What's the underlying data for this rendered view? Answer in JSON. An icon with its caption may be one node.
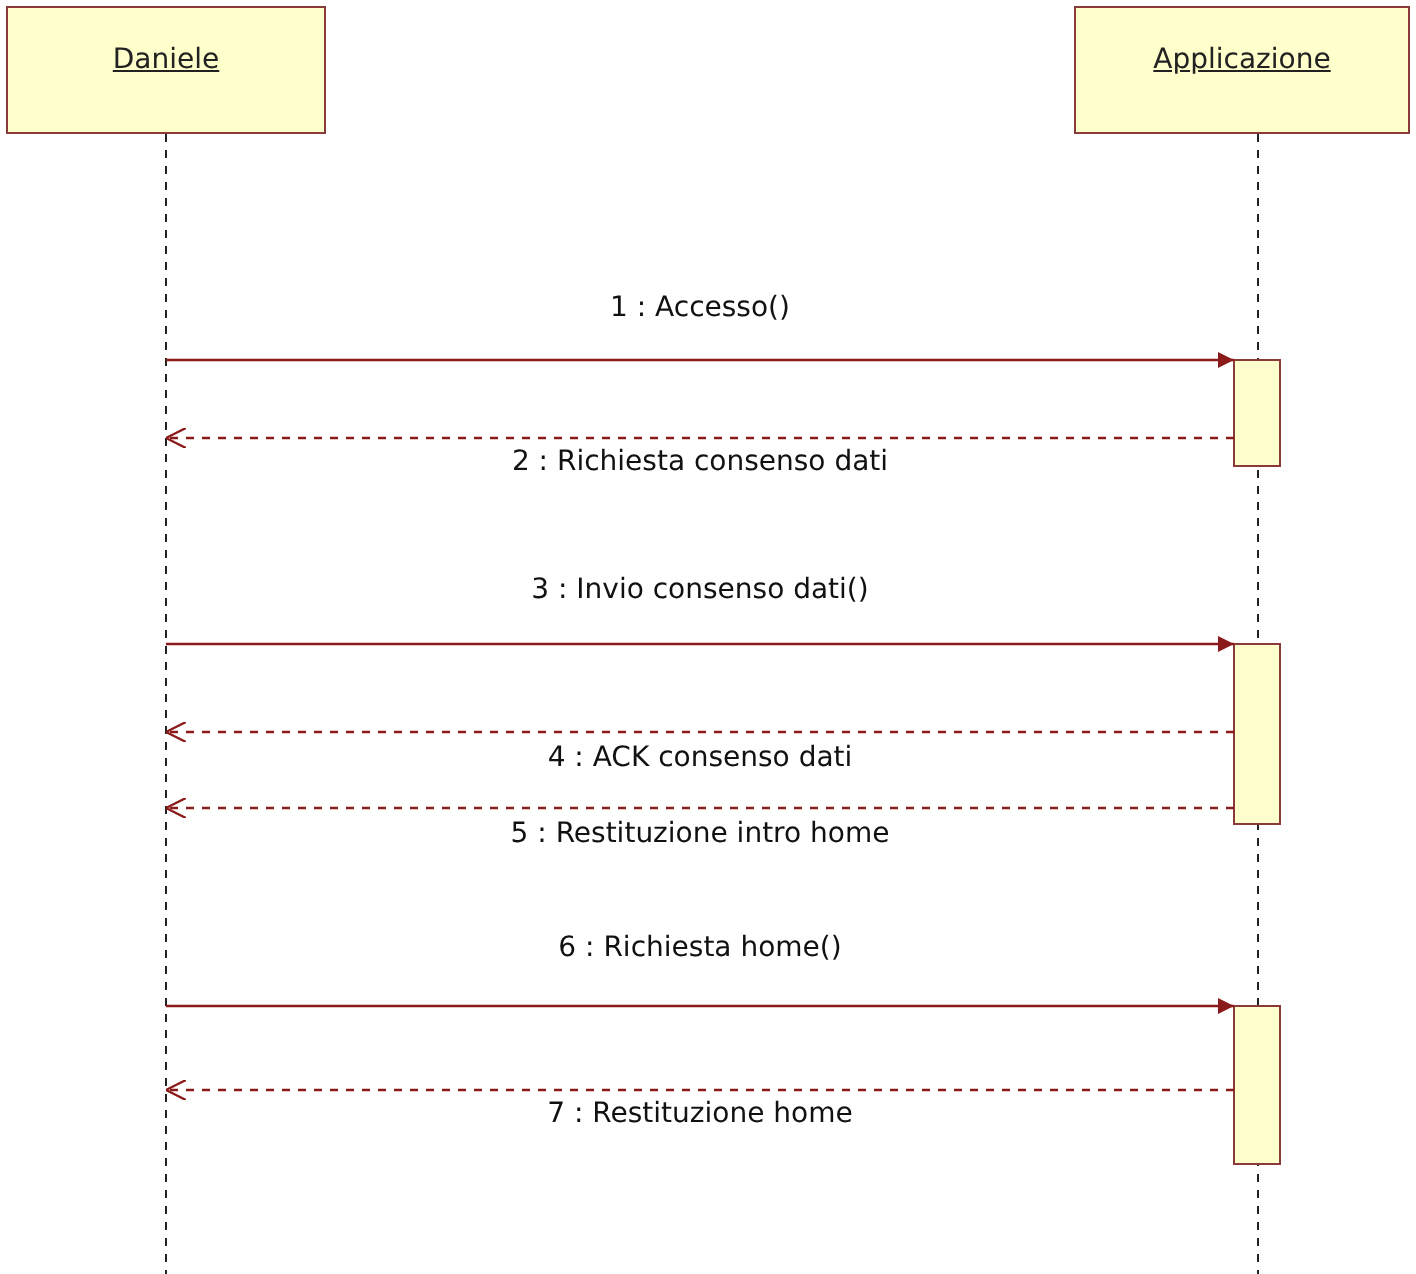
{
  "diagram": {
    "nodes": [
      {
        "text": [
          "Daniele"
        ]
      },
      {
        "text": [
          "Applicazione"
        ]
      },
      {
        "text": [],
        "shape": "line"
      },
      {
        "text": [],
        "shape": "line"
      },
      {
        "text": [],
        "shape": "bar"
      },
      {
        "text": [],
        "shape": "bar"
      },
      {
        "text": [],
        "shape": "bar"
      }
    ],
    "edges": [
      {
        "from": 2,
        "to": 4,
        "arrow": "to",
        "label": "1 : Accesso()"
      },
      {
        "from": 4,
        "to": 2,
        "arrow": "to",
        "style": "dashed",
        "label": "2 : Richiesta consenso dati"
      },
      {
        "from": 2,
        "to": 5,
        "arrow": "to",
        "label": "3 : Invio consenso dati()"
      },
      {
        "from": 5,
        "to": 2,
        "arrow": "to",
        "style": "dashed",
        "label": "4 : ACK consenso dati"
      },
      {
        "from": 5,
        "to": 2,
        "arrow": "to",
        "style": "dashed",
        "label": "5 : Restituzione intro home"
      },
      {
        "from": 2,
        "to": 6,
        "arrow": "to",
        "label": "6 : Richiesta home()"
      },
      {
        "from": 6,
        "to": 2,
        "arrow": "to",
        "style": "dashed",
        "label": "7 : Restituzione home"
      }
    ]
  }
}
